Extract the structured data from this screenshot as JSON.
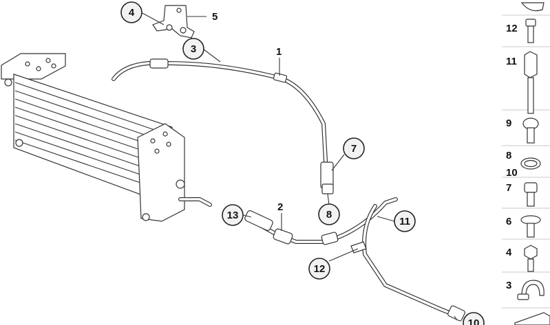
{
  "callouts": {
    "c4": "4",
    "c5": "5",
    "c3": "3",
    "c1": "1",
    "c7": "7",
    "c8": "8",
    "c2": "2",
    "c13": "13",
    "c11": "11",
    "c12": "12",
    "c10": "10"
  },
  "sidebar": {
    "items": [
      "12",
      "11",
      "9",
      "8",
      "10",
      "7",
      "6",
      "4",
      "3"
    ]
  }
}
